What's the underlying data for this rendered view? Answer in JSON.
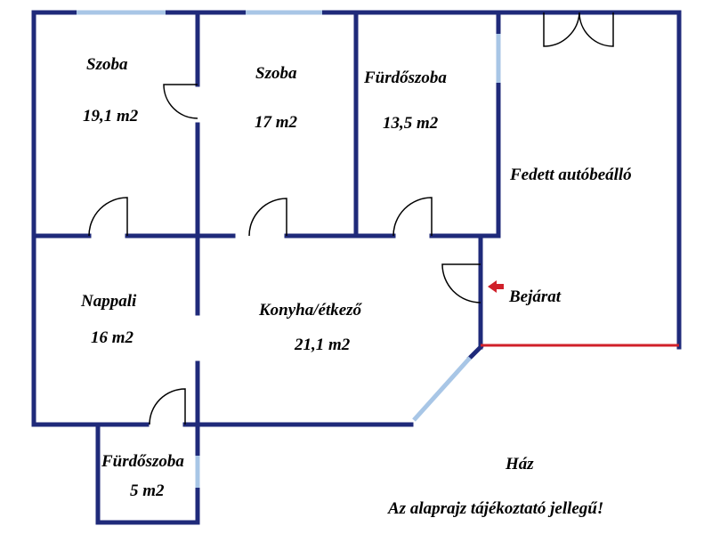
{
  "colors": {
    "wall": "#1f2a7a",
    "window": "#a8c6e6",
    "carport_edge": "#d0202a",
    "entrance_arrow": "#d0202a",
    "label_text": "#000000"
  },
  "rooms": [
    {
      "name": "Szoba",
      "area": "19,1 m2"
    },
    {
      "name": "Szoba",
      "area": "17 m2"
    },
    {
      "name": "Fürdőszoba",
      "area": "13,5 m2"
    },
    {
      "name": "Nappali",
      "area": "16 m2"
    },
    {
      "name": "Konyha/étkező",
      "area": "21,1 m2"
    },
    {
      "name": "Fürdőszoba",
      "area": "5 m2"
    }
  ],
  "carport": {
    "label": "Fedett autóbeálló"
  },
  "entrance": {
    "label": "Bejárat"
  },
  "footer": {
    "title": "Ház",
    "note": "Az alaprajz tájékoztató jellegű!"
  }
}
